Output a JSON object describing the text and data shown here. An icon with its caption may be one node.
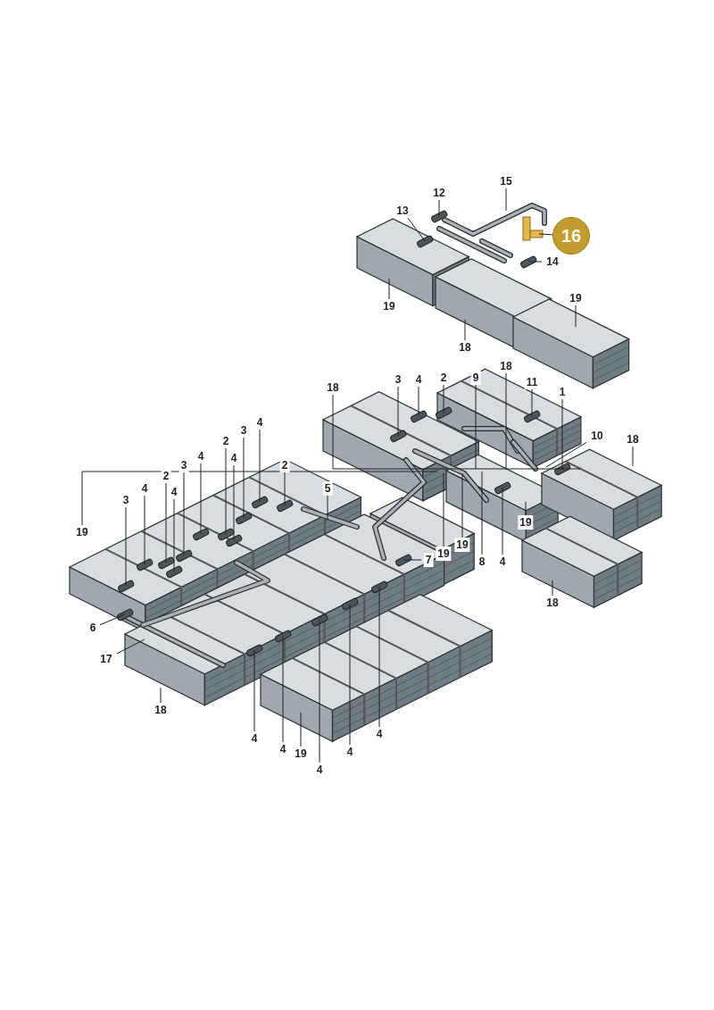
{
  "diagram": {
    "nodes": [
      {
        "text": [
          "12"
        ]
      },
      {
        "text": [
          "13"
        ]
      },
      {
        "text": [
          "15"
        ]
      },
      {
        "text": [
          "16"
        ]
      },
      {
        "text": [
          "14"
        ]
      },
      {
        "text": [
          "19"
        ]
      },
      {
        "text": [
          "19"
        ]
      },
      {
        "text": [
          "18"
        ]
      },
      {
        "text": [
          "18"
        ]
      },
      {
        "text": [
          "3"
        ]
      },
      {
        "text": [
          "4"
        ]
      },
      {
        "text": [
          "2"
        ]
      },
      {
        "text": [
          "9"
        ]
      },
      {
        "text": [
          "11"
        ]
      },
      {
        "text": [
          "1"
        ]
      },
      {
        "text": [
          "18"
        ]
      },
      {
        "text": [
          "10"
        ]
      },
      {
        "text": [
          "18"
        ]
      },
      {
        "text": [
          "4"
        ]
      },
      {
        "text": [
          "3"
        ]
      },
      {
        "text": [
          "2"
        ]
      },
      {
        "text": [
          "4"
        ]
      },
      {
        "text": [
          "2"
        ]
      },
      {
        "text": [
          "4"
        ]
      },
      {
        "text": [
          "3"
        ]
      },
      {
        "text": [
          "2"
        ]
      },
      {
        "text": [
          "4"
        ]
      },
      {
        "text": [
          "4"
        ]
      },
      {
        "text": [
          "3"
        ]
      },
      {
        "text": [
          "19"
        ]
      },
      {
        "text": [
          "5"
        ]
      },
      {
        "text": [
          "19"
        ]
      },
      {
        "text": [
          "19"
        ]
      },
      {
        "text": [
          "19"
        ]
      },
      {
        "text": [
          "7"
        ]
      },
      {
        "text": [
          "8"
        ]
      },
      {
        "text": [
          "4"
        ]
      },
      {
        "text": [
          "6"
        ]
      },
      {
        "text": [
          "17"
        ]
      },
      {
        "text": [
          "18"
        ]
      },
      {
        "text": [
          "18"
        ]
      },
      {
        "text": [
          "4"
        ]
      },
      {
        "text": [
          "4"
        ]
      },
      {
        "text": [
          "19"
        ]
      },
      {
        "text": [
          "4"
        ]
      },
      {
        "text": [
          "4"
        ]
      },
      {
        "text": [
          "4"
        ]
      }
    ],
    "edges": [
      {
        "from": 0,
        "to": null,
        "arrow": "none"
      },
      {
        "from": 1,
        "to": null,
        "arrow": "none"
      },
      {
        "from": 2,
        "to": null,
        "arrow": "none"
      },
      {
        "from": 3,
        "to": null,
        "arrow": "none"
      },
      {
        "from": 4,
        "to": null,
        "arrow": "none"
      },
      {
        "from": 5,
        "to": null,
        "arrow": "none"
      },
      {
        "from": 6,
        "to": null,
        "arrow": "none"
      },
      {
        "from": 7,
        "to": null,
        "arrow": "none"
      },
      {
        "from": 8,
        "to": null,
        "arrow": "none"
      },
      {
        "from": 9,
        "to": null,
        "arrow": "none"
      },
      {
        "from": 10,
        "to": null,
        "arrow": "none"
      },
      {
        "from": 11,
        "to": null,
        "arrow": "none"
      },
      {
        "from": 12,
        "to": null,
        "arrow": "none"
      },
      {
        "from": 13,
        "to": null,
        "arrow": "none"
      },
      {
        "from": 14,
        "to": null,
        "arrow": "none"
      },
      {
        "from": 15,
        "to": null,
        "arrow": "none"
      },
      {
        "from": 16,
        "to": null,
        "arrow": "none"
      },
      {
        "from": 17,
        "to": null,
        "arrow": "none"
      },
      {
        "from": 18,
        "to": null,
        "arrow": "none"
      },
      {
        "from": 19,
        "to": null,
        "arrow": "none"
      },
      {
        "from": 20,
        "to": null,
        "arrow": "none"
      },
      {
        "from": 21,
        "to": null,
        "arrow": "none"
      },
      {
        "from": 22,
        "to": null,
        "arrow": "none"
      },
      {
        "from": 23,
        "to": null,
        "arrow": "none"
      },
      {
        "from": 24,
        "to": null,
        "arrow": "none"
      },
      {
        "from": 25,
        "to": null,
        "arrow": "none"
      },
      {
        "from": 26,
        "to": null,
        "arrow": "none"
      },
      {
        "from": 27,
        "to": null,
        "arrow": "none"
      },
      {
        "from": 28,
        "to": null,
        "arrow": "none"
      },
      {
        "from": 29,
        "to": null,
        "arrow": "none"
      },
      {
        "from": 30,
        "to": null,
        "arrow": "none"
      },
      {
        "from": 31,
        "to": null,
        "arrow": "none"
      },
      {
        "from": 32,
        "to": null,
        "arrow": "none"
      },
      {
        "from": 33,
        "to": null,
        "arrow": "none"
      },
      {
        "from": 34,
        "to": null,
        "arrow": "none"
      },
      {
        "from": 35,
        "to": null,
        "arrow": "none"
      },
      {
        "from": 36,
        "to": null,
        "arrow": "none"
      },
      {
        "from": 37,
        "to": null,
        "arrow": "none"
      },
      {
        "from": 38,
        "to": null,
        "arrow": "none"
      },
      {
        "from": 39,
        "to": null,
        "arrow": "none"
      },
      {
        "from": 40,
        "to": null,
        "arrow": "none"
      },
      {
        "from": 41,
        "to": null,
        "arrow": "none"
      },
      {
        "from": 42,
        "to": null,
        "arrow": "none"
      },
      {
        "from": 43,
        "to": null,
        "arrow": "none"
      },
      {
        "from": 44,
        "to": null,
        "arrow": "none"
      },
      {
        "from": 45,
        "to": null,
        "arrow": "none"
      },
      {
        "from": 46,
        "to": null,
        "arrow": "none"
      }
    ]
  }
}
